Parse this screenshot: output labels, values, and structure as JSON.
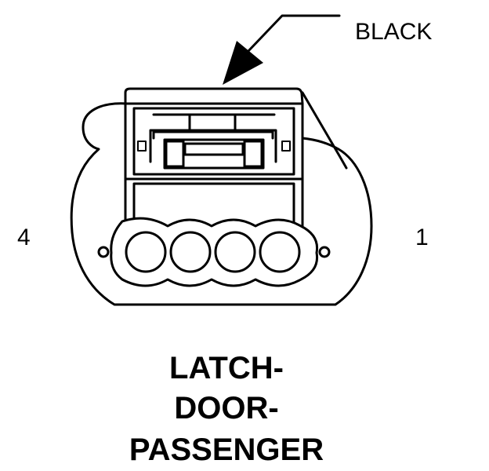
{
  "callout": {
    "wire_color": "BLACK"
  },
  "pins": {
    "left": "4",
    "right": "1"
  },
  "title": {
    "line1": "LATCH-",
    "line2": "DOOR-",
    "line3": "PASSENGER"
  },
  "colors": {
    "ink": "#000000",
    "paper": "#ffffff"
  }
}
